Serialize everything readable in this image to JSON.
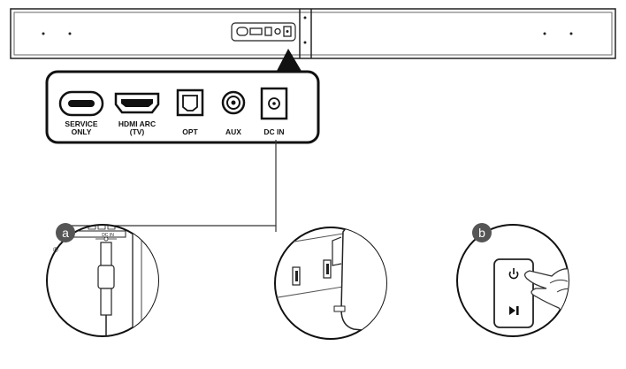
{
  "ports": [
    {
      "line1": "SERVICE",
      "line2": "ONLY"
    },
    {
      "line1": "HDMI ARC",
      "line2": "(TV)"
    },
    {
      "line1": "OPT",
      "line2": ""
    },
    {
      "line1": "AUX",
      "line2": ""
    },
    {
      "line1": "DC IN",
      "line2": ""
    }
  ],
  "callouts": {
    "a": "a",
    "b": "b"
  },
  "detail_a": {
    "dc_in_label": "DC IN",
    "registered_mark": "®"
  },
  "icons": {
    "power": "power-icon",
    "play_pause": "play-pause-icon"
  }
}
